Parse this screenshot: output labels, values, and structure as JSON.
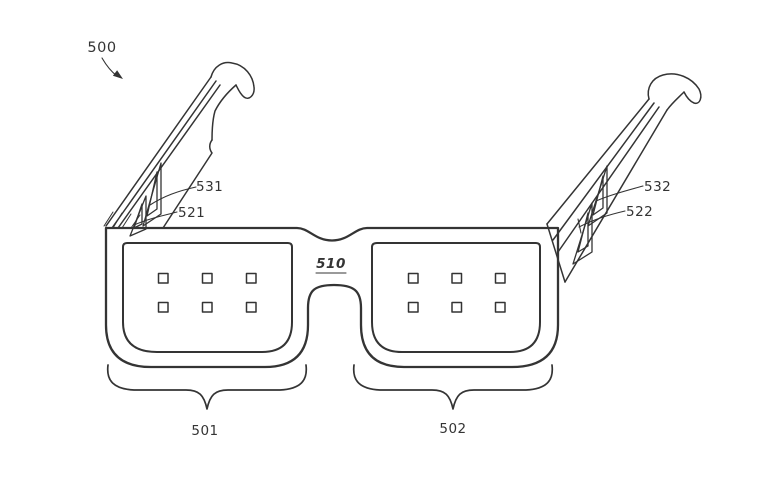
{
  "figure": {
    "kind": "patent-line-drawing-smart-glasses",
    "background_color": "#ffffff",
    "ink_color": "#343434",
    "labels": {
      "ref_500": "500",
      "ref_501": "501",
      "ref_502": "502",
      "ref_510": "510",
      "ref_521": "521",
      "ref_522": "522",
      "ref_531": "531",
      "ref_532": "532"
    },
    "lens_markers": {
      "rows": 2,
      "cols": 3
    }
  }
}
